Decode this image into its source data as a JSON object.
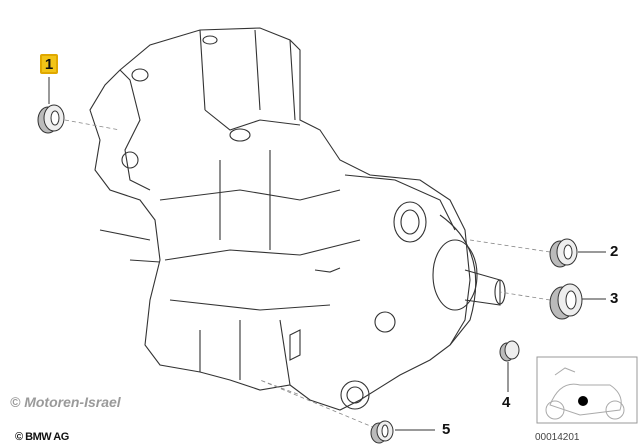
{
  "parts": [
    {
      "number": "1",
      "highlighted": true
    },
    {
      "number": "2",
      "highlighted": false
    },
    {
      "number": "3",
      "highlighted": false
    },
    {
      "number": "4",
      "highlighted": false
    },
    {
      "number": "5",
      "highlighted": false
    }
  ],
  "watermark": "© Motoren-Israel",
  "copyright": "© BMW AG",
  "diagram_code": "00014201",
  "colors": {
    "highlight": "#f2c417",
    "line": "#333333"
  }
}
